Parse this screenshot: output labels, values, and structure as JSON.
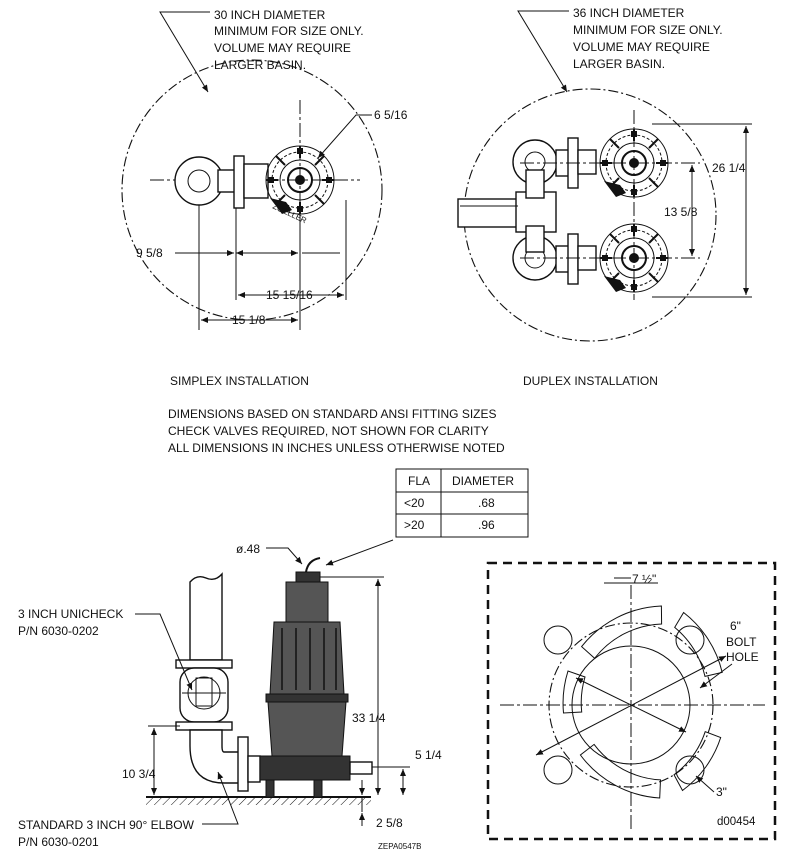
{
  "simplex": {
    "basin_note": [
      "30 INCH DIAMETER",
      "MINIMUM FOR SIZE ONLY.",
      "VOLUME MAY REQUIRE",
      "LARGER BASIN."
    ],
    "dim_a": "6 5/16",
    "dim_b": "9 5/8",
    "dim_c": "15 15/16",
    "dim_d": "15 1/8",
    "caption": "SIMPLEX INSTALLATION"
  },
  "duplex": {
    "basin_note": [
      "36 INCH DIAMETER",
      "MINIMUM FOR SIZE ONLY.",
      "VOLUME MAY REQUIRE",
      "LARGER BASIN."
    ],
    "dim_height": "26 1/4",
    "dim_spacing": "13 5/8",
    "caption": "DUPLEX INSTALLATION"
  },
  "notes": [
    "DIMENSIONS BASED ON STANDARD ANSI FITTING SIZES",
    "CHECK VALVES REQUIRED, NOT SHOWN FOR CLARITY",
    "ALL DIMENSIONS IN INCHES UNLESS OTHERWISE NOTED"
  ],
  "cable_table": {
    "headers": [
      "FLA",
      "DIAMETER"
    ],
    "rows": [
      {
        "fla": "<20",
        "diameter": ".68"
      },
      {
        "fla": ">20",
        "diameter": ".96"
      }
    ]
  },
  "elevation": {
    "cable_dim": "ø.48",
    "unicheck": [
      "3 INCH UNICHECK",
      "P/N 6030-0202"
    ],
    "elbow": [
      "STANDARD 3 INCH 90° ELBOW",
      "P/N 6030-0201"
    ],
    "dim_height": "33 1/4",
    "dim_discharge": "5 1/4",
    "dim_left": "10 3/4",
    "dim_base": "2 5/8",
    "drawing_code": "ZEPA0547B"
  },
  "base_plate": {
    "dim_top": "7 ½\"",
    "bolt_hole": [
      "6\"",
      "BOLT",
      "HOLE"
    ],
    "dim_slot": "3\"",
    "drawing_number": "d00454"
  }
}
